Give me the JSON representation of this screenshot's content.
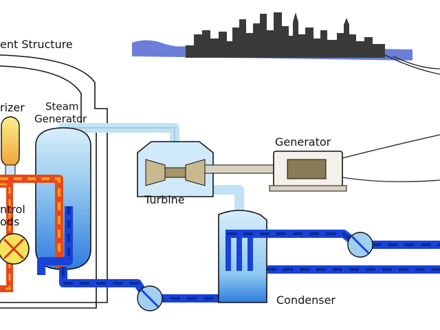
{
  "labels": {
    "containment": "ent Structure",
    "pressurizer": "rizer",
    "steam_generator_line1": "Steam",
    "steam_generator_line2": "Generator",
    "control_rods_line1": "ntrol",
    "control_rods_line2": "ods",
    "turbine": "Turbine",
    "generator": "Generator",
    "condenser": "Condenser"
  },
  "colors": {
    "outline": "#111111",
    "hot_loop": "#e8481e",
    "hot_loop_dash": "#f5a21e",
    "cold_loop": "#1842d8",
    "cold_loop_dash": "#0c2a9a",
    "steam_pipe": "#bfe3f5",
    "water": "#2f7de0",
    "core": "#f5e15a",
    "skyline": "#3a3a3a",
    "sky_band": "#6b7fd8",
    "generator": "#8a7a55"
  },
  "icons": [
    "city-skyline-icon",
    "pump-icon",
    "turbine-blades-icon",
    "generator-rotor-icon",
    "power-line-icon"
  ]
}
